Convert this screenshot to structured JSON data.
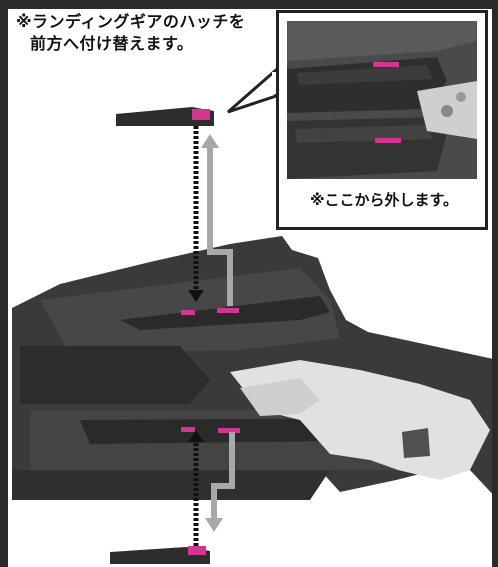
{
  "instruction": {
    "line1": "※ランディングギアのハッチを",
    "line2": "前方へ付け替えます。"
  },
  "zoom": {
    "note": "※ここから外します。"
  },
  "colors": {
    "accent": "#d1378e",
    "part_dark": "#2a2a2a",
    "part_mid": "#3b3b3b",
    "frame": "#2b2b2b",
    "arrow_gray": "#a8a8a8"
  },
  "icons": {
    "down_arrow": "dotted-down-arrow-icon",
    "up_arrow": "gray-up-arrow-icon"
  }
}
